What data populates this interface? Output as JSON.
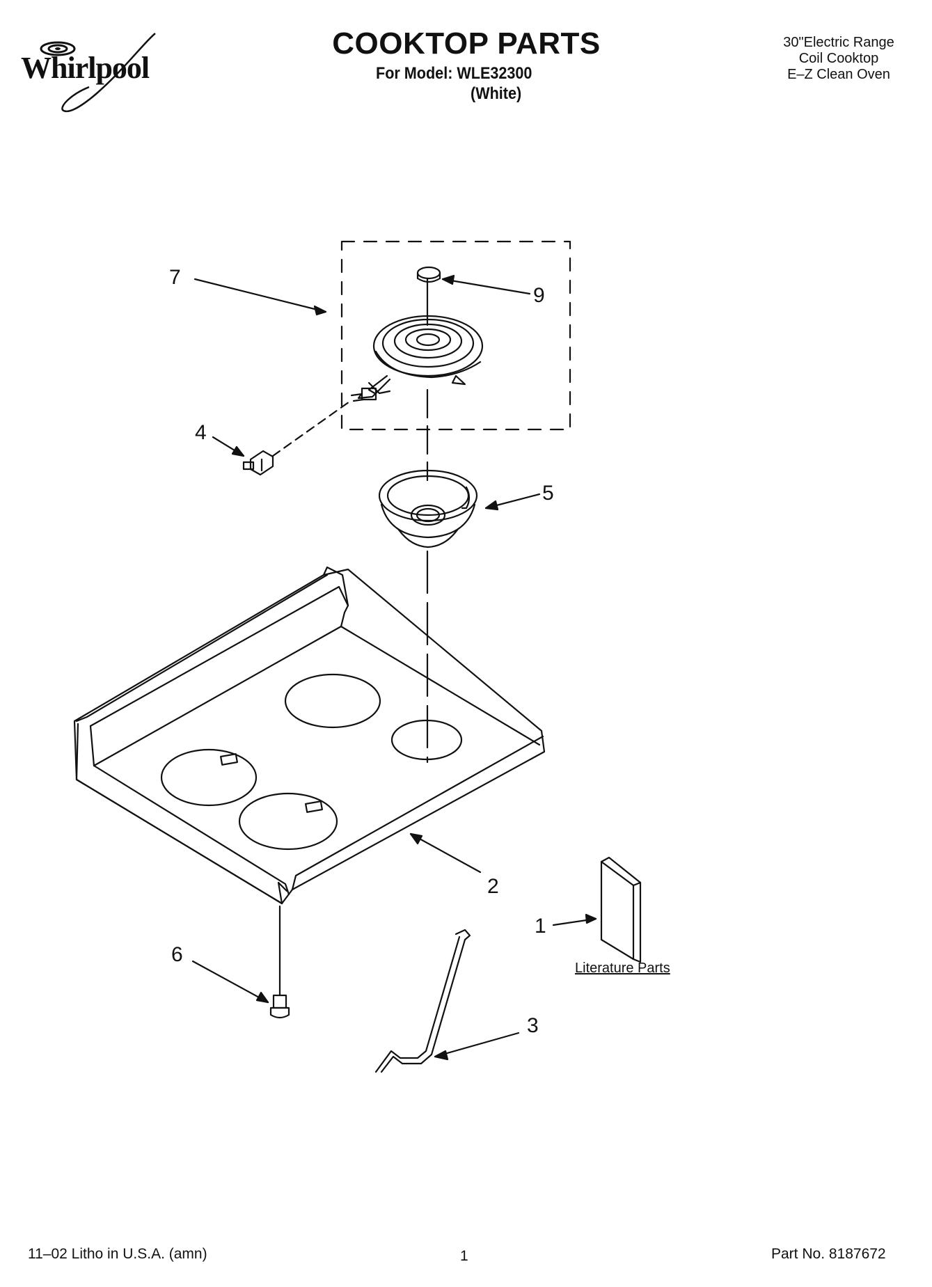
{
  "header": {
    "brand": "Whirlpool",
    "title": "COOKTOP PARTS",
    "model_line": "For Model: WLE32300",
    "color_line": "(White)",
    "description": [
      "30\"Electric Range",
      "Coil Cooktop",
      "E–Z Clean Oven"
    ]
  },
  "callouts": {
    "c1": "1",
    "c2": "2",
    "c3": "3",
    "c4": "4",
    "c5": "5",
    "c6": "6",
    "c7": "7",
    "c9": "9"
  },
  "literature_label": "Literature Parts",
  "footer": {
    "litho": "11–02 Litho in U.S.A. (amn)",
    "page": "1",
    "part_no": "Part No. 8187672"
  }
}
